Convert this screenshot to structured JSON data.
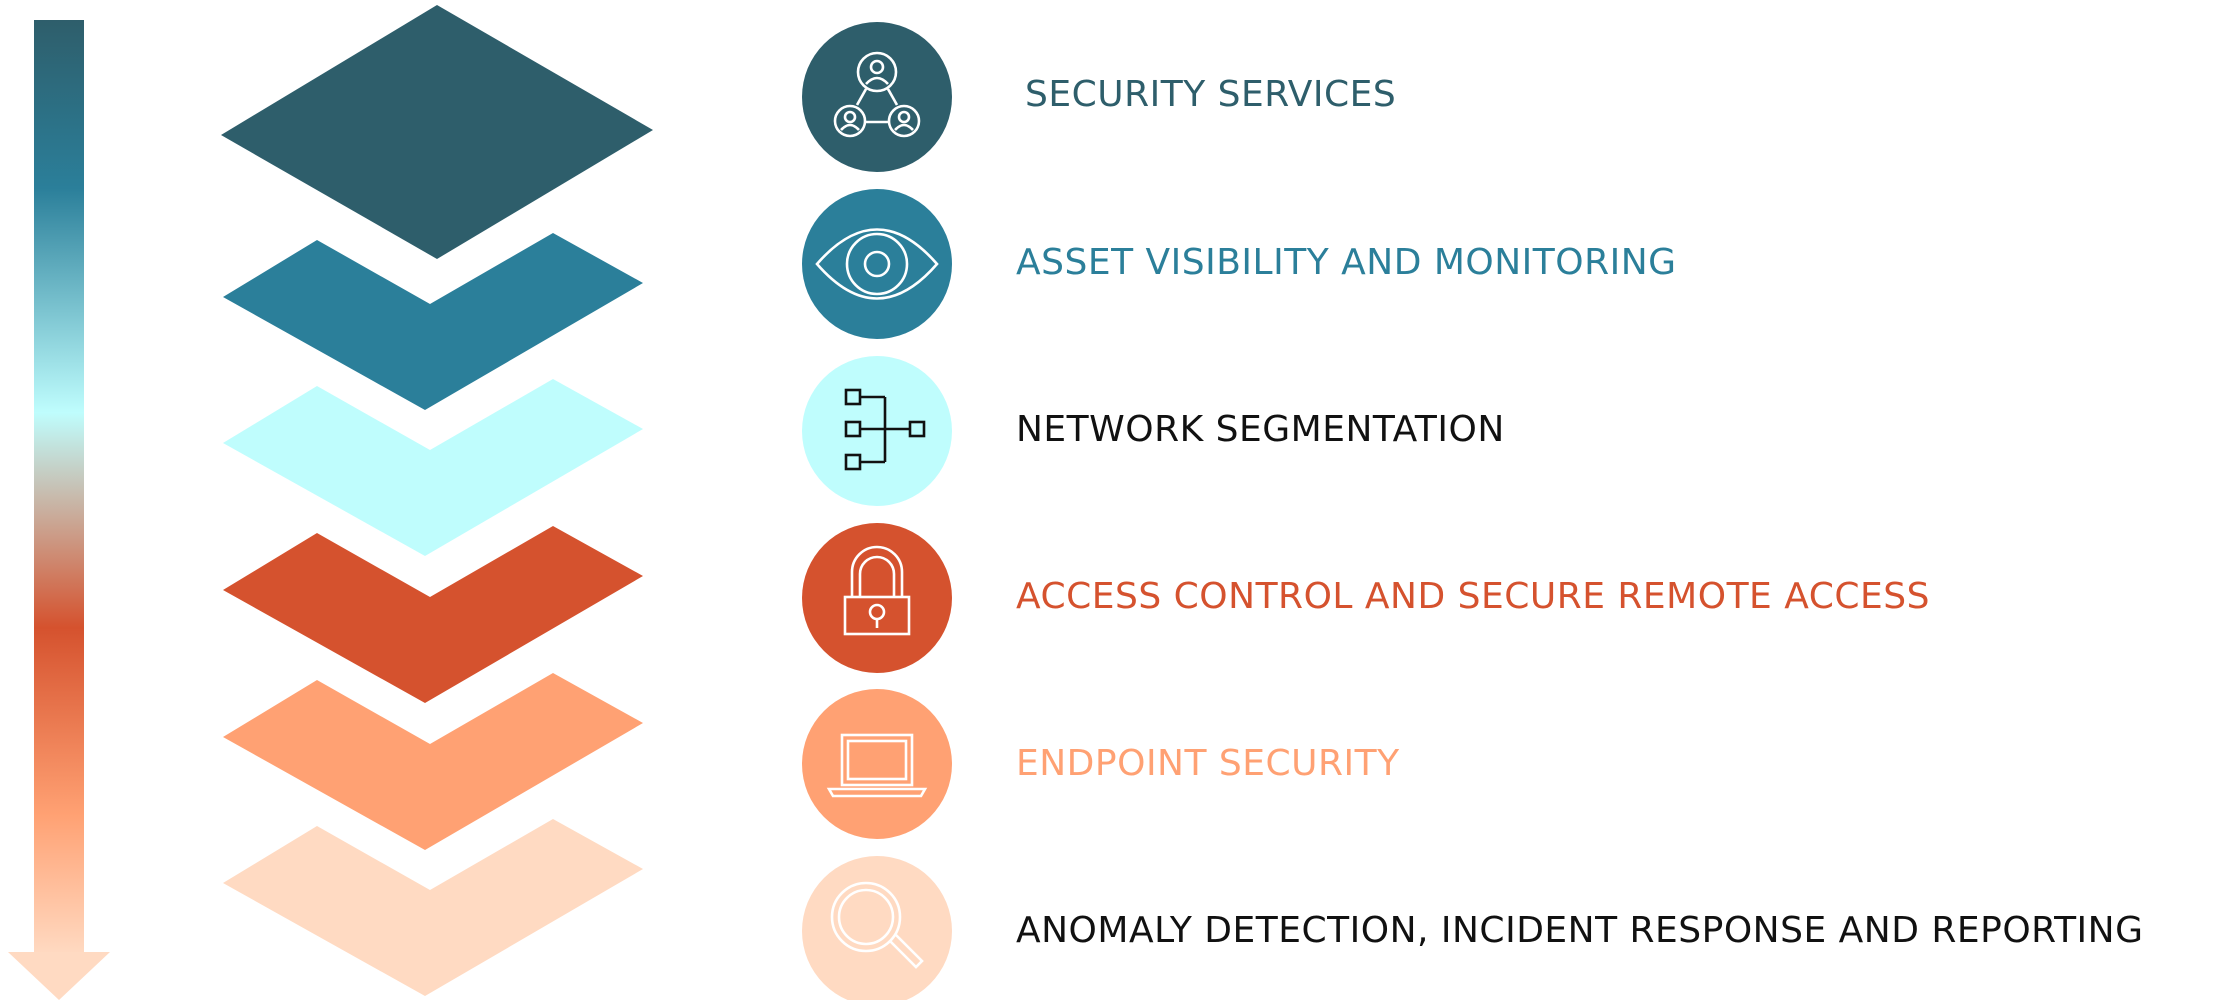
{
  "layers": [
    {
      "label": "SECURITY SERVICES",
      "color": "#2E5E6B",
      "text_color": "#2E5E6B",
      "icon": "network-users-icon"
    },
    {
      "label": "ASSET VISIBILITY AND MONITORING",
      "color": "#2B7F9A",
      "text_color": "#2B7F9A",
      "icon": "eye-icon"
    },
    {
      "label": "NETWORK SEGMENTATION",
      "color": "#BFFDFD",
      "text_color": "#111111",
      "icon": "segmentation-tree-icon"
    },
    {
      "label": "ACCESS CONTROL AND SECURE REMOTE ACCESS",
      "color": "#D5522E",
      "text_color": "#D5522E",
      "icon": "padlock-icon"
    },
    {
      "label": "ENDPOINT SECURITY",
      "color": "#FFA173",
      "text_color": "#FFA173",
      "icon": "laptop-icon"
    },
    {
      "label": "ANOMALY DETECTION, INCIDENT RESPONSE AND REPORTING",
      "color": "#FFDAC2",
      "text_color": "#111111",
      "icon": "magnifier-icon"
    }
  ]
}
